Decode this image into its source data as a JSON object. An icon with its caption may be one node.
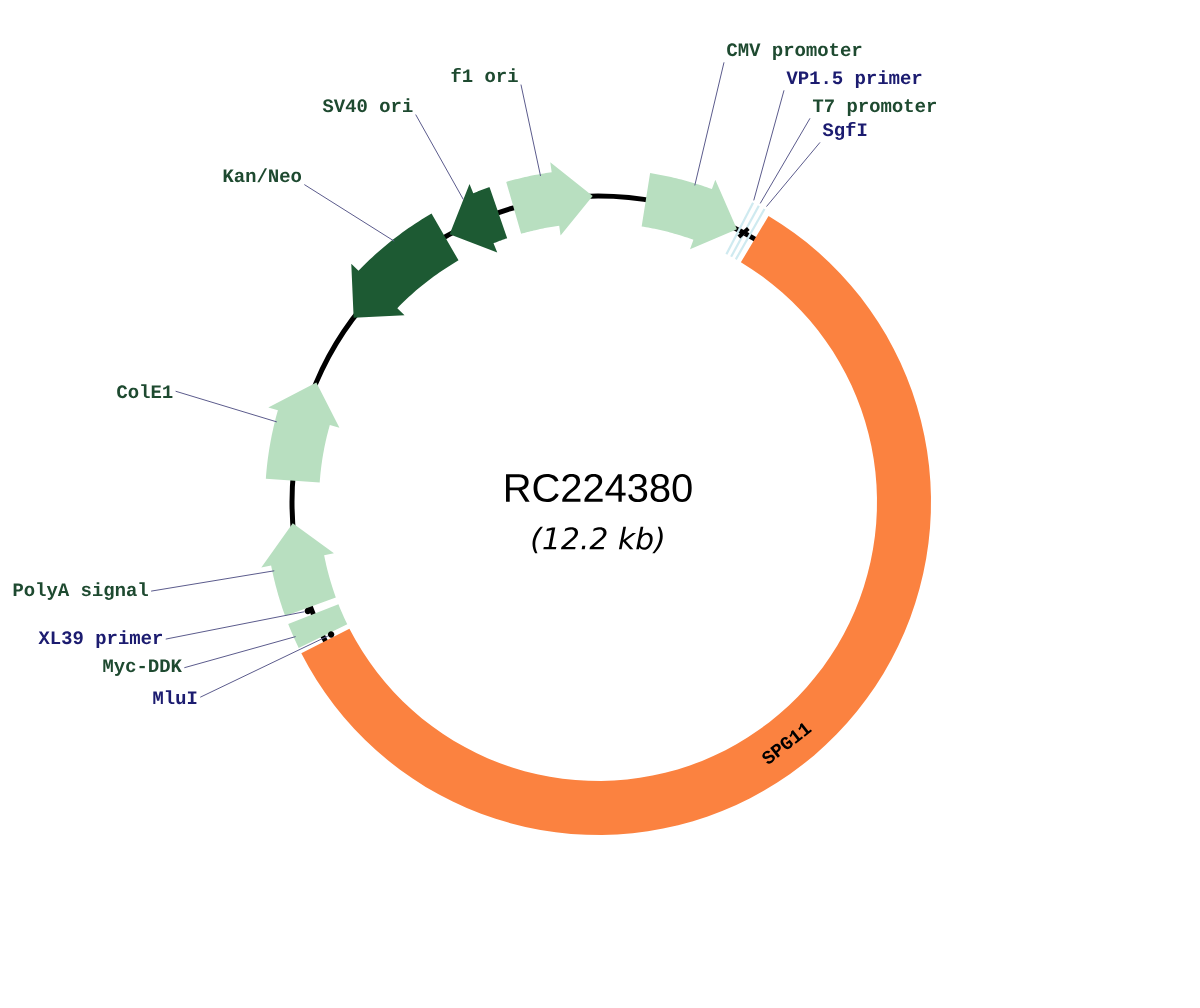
{
  "diagram": {
    "title": "RC224380",
    "nodes": [
      {
        "text": [
          "CMV promoter"
        ]
      },
      {
        "text": [
          "VP1.5 primer"
        ]
      },
      {
        "text": [
          "T7 promoter"
        ]
      },
      {
        "text": [
          "SgfI"
        ]
      },
      {
        "text": [
          "f1 ori"
        ]
      },
      {
        "text": [
          "SV40 ori"
        ]
      },
      {
        "text": [
          "Kan/Neo"
        ]
      },
      {
        "text": [
          "ColE1"
        ]
      },
      {
        "text": [
          "PolyA signal"
        ]
      },
      {
        "text": [
          "XL39 primer"
        ]
      },
      {
        "text": [
          "Myc-DDK"
        ]
      },
      {
        "text": [
          "MluI"
        ]
      },
      {
        "text": [],
        "shape": "arrow"
      },
      {
        "text": [],
        "shape": "arrow"
      },
      {
        "text": [],
        "shape": "arrow"
      },
      {
        "text": [],
        "shape": "arrow"
      },
      {
        "text": [],
        "shape": "arrow"
      },
      {
        "text": [],
        "shape": "arrow"
      },
      {
        "text": [],
        "shape": "box"
      },
      {
        "text": [
          "SPG11"
        ]
      },
      {
        "text": [],
        "shape": "bar"
      },
      {
        "text": [],
        "shape": "bar"
      },
      {
        "text": [],
        "shape": "bar"
      },
      {
        "text": [],
        "shape": "circle"
      },
      {
        "text": [],
        "shape": "circle"
      }
    ],
    "edges": [
      {
        "from": 0,
        "to": 12,
        "arrow": "none"
      },
      {
        "from": 1,
        "to": 20,
        "arrow": "none"
      },
      {
        "from": 2,
        "to": 21,
        "arrow": "none"
      },
      {
        "from": 3,
        "to": 22,
        "arrow": "none"
      },
      {
        "from": 4,
        "to": 13,
        "arrow": "none"
      },
      {
        "from": 5,
        "to": 14,
        "arrow": "none"
      },
      {
        "from": 6,
        "to": 15,
        "arrow": "none"
      },
      {
        "from": 7,
        "to": 16,
        "arrow": "none"
      },
      {
        "from": 8,
        "to": 17,
        "arrow": "none"
      },
      {
        "from": 9,
        "to": 23,
        "arrow": "none"
      },
      {
        "from": 10,
        "to": 18,
        "arrow": "none"
      },
      {
        "from": 11,
        "to": 24,
        "arrow": "none"
      }
    ],
    "labels": [
      "(12.2 kb)"
    ]
  }
}
